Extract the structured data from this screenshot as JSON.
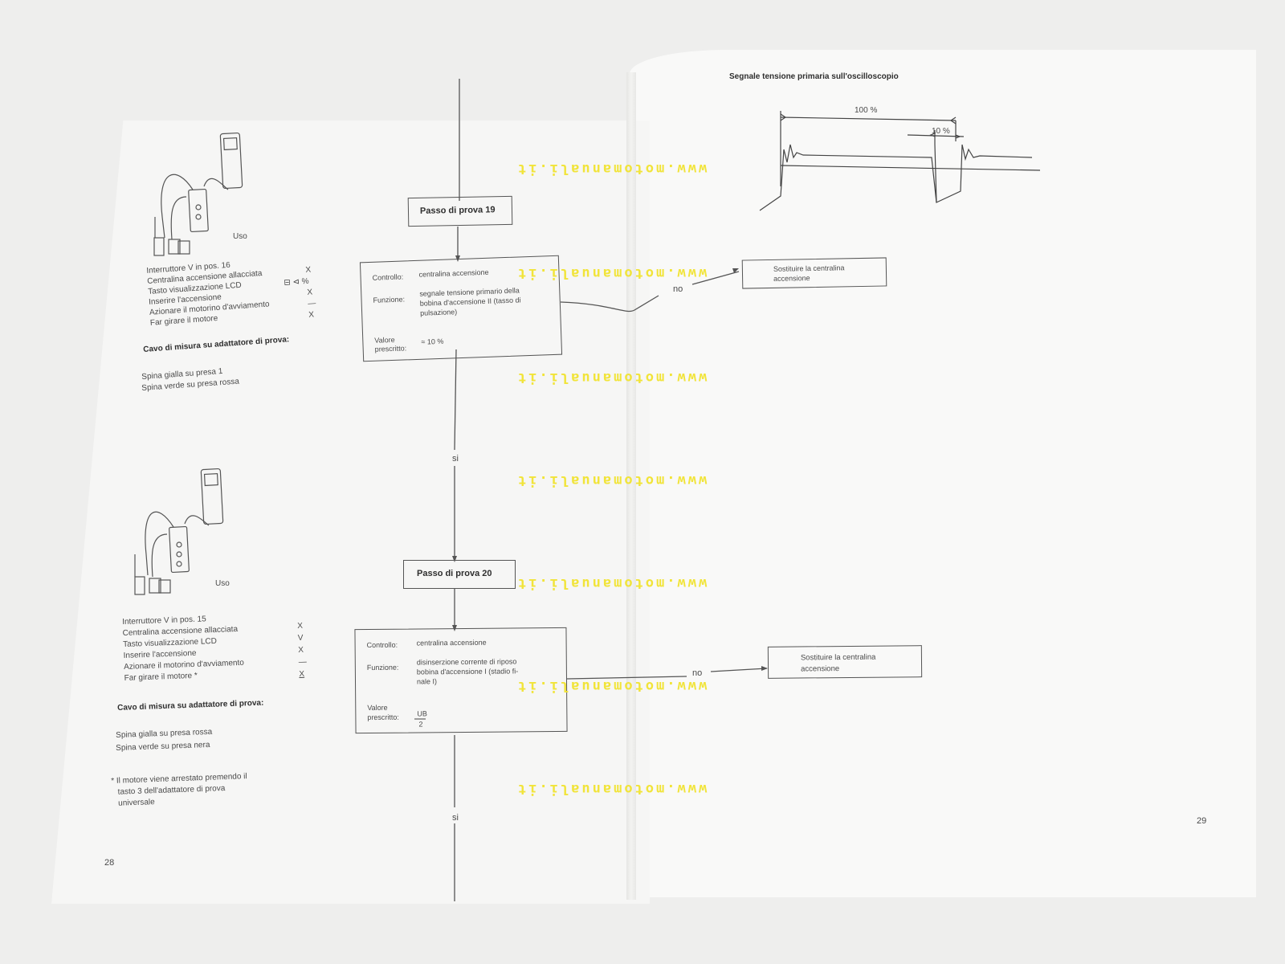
{
  "watermark": "www.motomanuali.it",
  "left_page": {
    "page_number": "28",
    "usage_block_1": {
      "label": "Uso",
      "lines": [
        "Interruttore V in pos. 16",
        "Centralina accensione allacciata",
        "Tasto visualizzazione LCD",
        "Inserire l'accensione",
        "Azionare il motorino d'avviamento",
        "Far girare il motore"
      ],
      "marks": [
        "X",
        "⊟ ⊲ %",
        "X",
        "—",
        "X"
      ],
      "cable_title": "Cavo di misura su adattatore di prova:",
      "cable_lines": [
        "Spina gialla su presa 1",
        "Spina verde su presa rossa"
      ]
    },
    "usage_block_2": {
      "label": "Uso",
      "lines": [
        "Interruttore V in pos. 15",
        "Centralina accensione allacciata",
        "Tasto visualizzazione LCD",
        "Inserire l'accensione",
        "Azionare il motorino d'avviamento",
        "Far girare il motore *"
      ],
      "marks": [
        "X",
        "V",
        "X",
        "—",
        "X"
      ],
      "cable_title": "Cavo di misura su adattatore di prova:",
      "cable_lines": [
        "Spina gialla su presa rossa",
        "Spina verde su presa nera"
      ],
      "footnote_lines": [
        "* Il motore viene arrestato premendo il",
        "tasto 3 dell'adattatore di prova",
        "universale"
      ]
    }
  },
  "flow": {
    "step19": {
      "title": "Passo di prova 19",
      "controllo_label": "Controllo:",
      "controllo_value": "centralina accensione",
      "funzione_label": "Funzione:",
      "funzione_lines": [
        "segnale tensione primario della",
        "bobina d'accensione II (tasso di",
        "pulsazione)"
      ],
      "valore_label_lines": [
        "Valore",
        "prescritto:"
      ],
      "valore_value": "≈ 10 %",
      "no_label": "no",
      "no_action_lines": [
        "Sostituire la centralina",
        "accensione"
      ],
      "yes_label": "si"
    },
    "step20": {
      "title": "Passo di prova 20",
      "controllo_label": "Controllo:",
      "controllo_value": "centralina accensione",
      "funzione_label": "Funzione:",
      "funzione_lines": [
        "disinserzione corrente di riposo",
        "bobina d'accensione I (stadio fi-",
        "nale I)"
      ],
      "valore_label_lines": [
        "Valore",
        "prescritto:"
      ],
      "valore_numerator": "UB",
      "valore_denominator": "2",
      "no_label": "no",
      "no_action_lines": [
        "Sostituire la centralina",
        "accensione"
      ],
      "yes_label": "si"
    }
  },
  "right_page": {
    "page_number": "29",
    "oscilloscope_title": "Segnale tensione primaria sull'oscilloscopio",
    "label_100": "100 %",
    "label_10": "10 %"
  }
}
